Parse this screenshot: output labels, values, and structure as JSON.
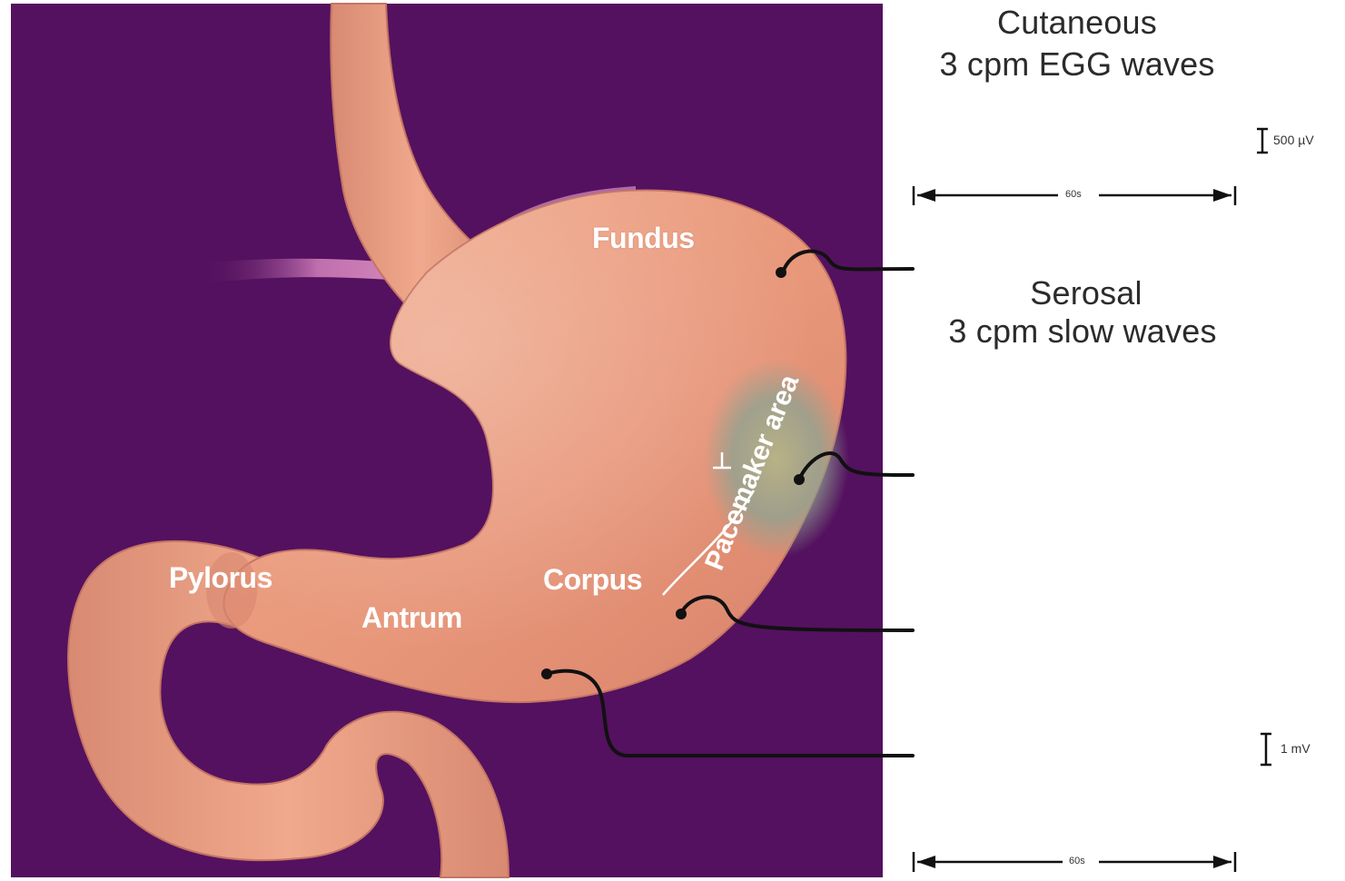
{
  "labels": {
    "cutaneous_line1": "Cutaneous",
    "cutaneous_line2": "3 cpm EGG waves",
    "serosal_line1": "Serosal",
    "serosal_line2": "3 cpm slow waves",
    "fundus": "Fundus",
    "pacemaker": "Pacemaker  area",
    "corpus": "Corpus",
    "antrum": "Antrum",
    "pylorus": "Pylorus"
  },
  "scales": {
    "top_amplitude": "500 µV",
    "top_time": "60s",
    "bottom_amplitude": "1 mV",
    "bottom_time": "60s"
  },
  "colors": {
    "background_panel": "#54115f",
    "stomach": "#e8977a",
    "pacemaker_area": "#9aa48a",
    "electrode_leads": "#111111",
    "label_text_on_image": "#ffffff",
    "label_text": "#2b2b2b"
  }
}
